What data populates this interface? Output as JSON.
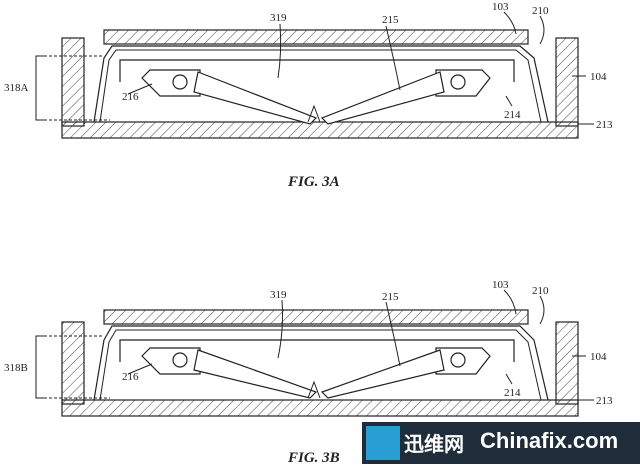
{
  "figures": [
    {
      "caption": "FIG. 3A",
      "labels": {
        "bracket": "318A",
        "center": "319",
        "butterfly": "215",
        "keycap": "103",
        "frame": "210",
        "housing": "104",
        "left_hinge": "216",
        "right_hinge": "214",
        "base": "213"
      }
    },
    {
      "caption": "FIG. 3B",
      "labels": {
        "bracket": "318B",
        "center": "319",
        "butterfly": "215",
        "keycap": "103",
        "frame": "210",
        "housing": "104",
        "left_hinge": "216",
        "right_hinge": "214",
        "base": "213"
      }
    }
  ],
  "watermark": {
    "cn": "迅维网",
    "en": "Chinafix.com"
  }
}
